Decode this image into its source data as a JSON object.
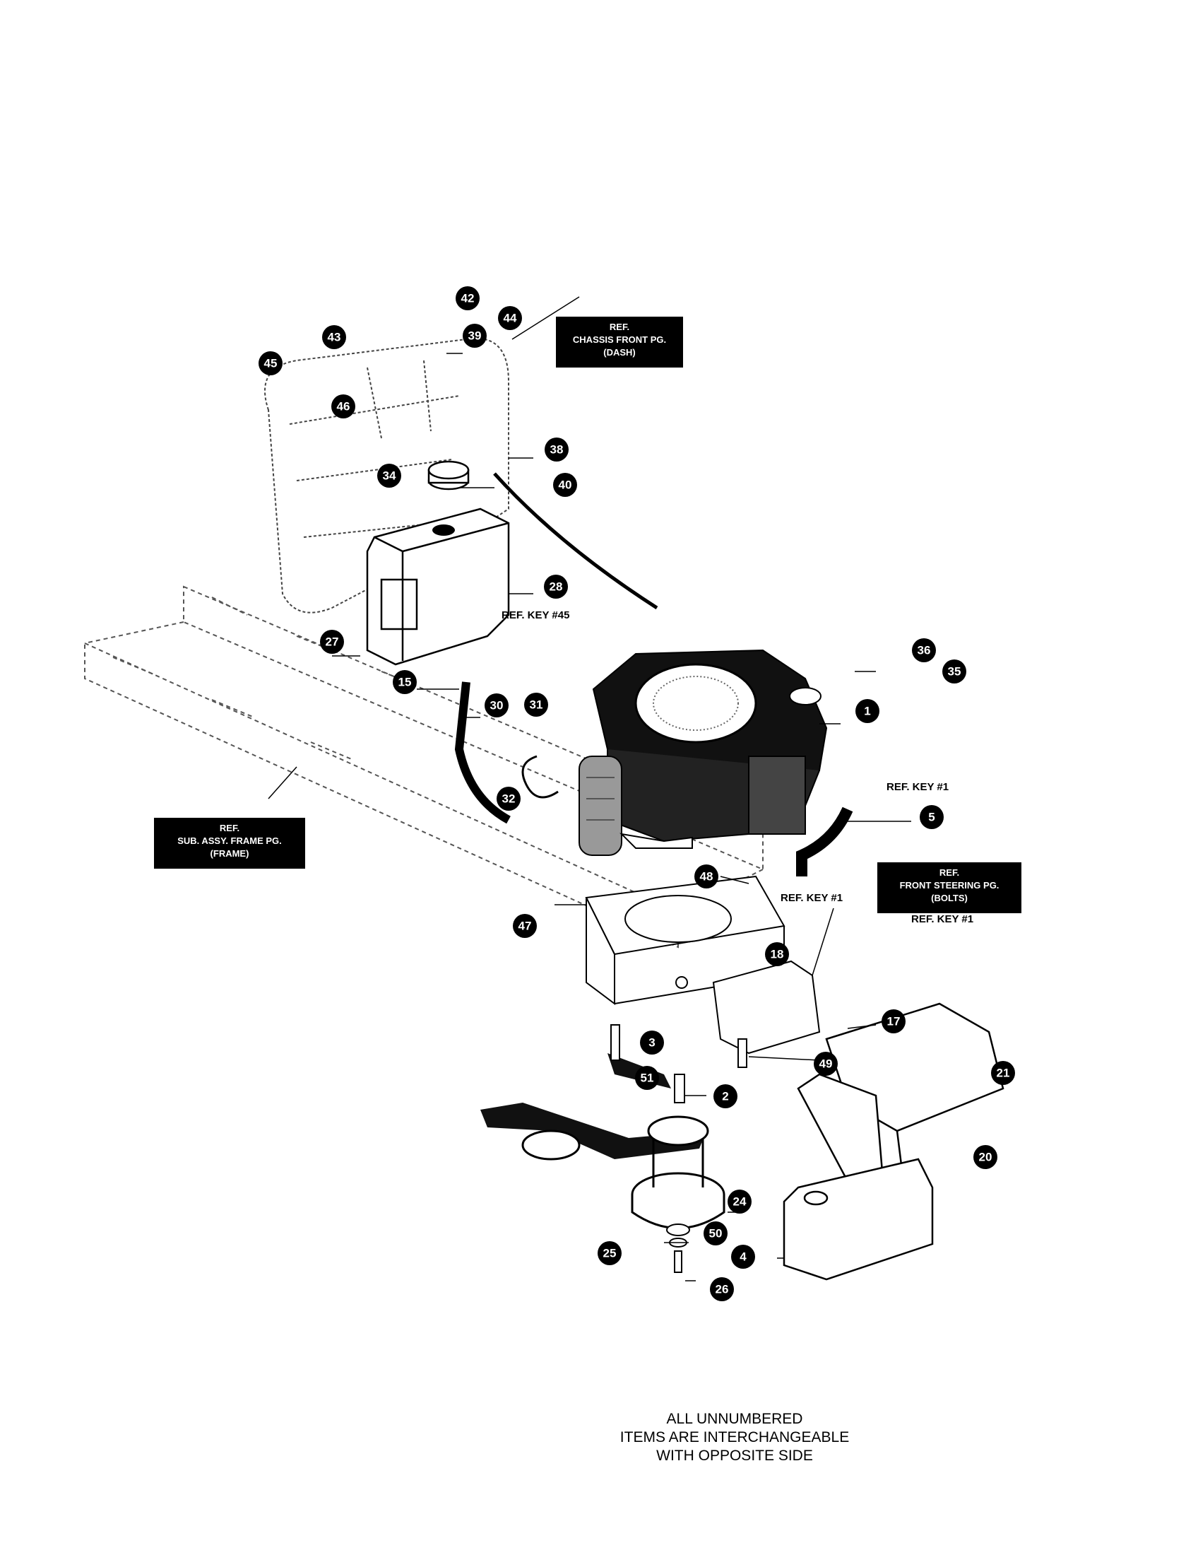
{
  "callouts": [
    "42",
    "44",
    "43",
    "39",
    "45",
    "46",
    "38",
    "40",
    "34",
    "28",
    "27",
    "15",
    "30",
    "31",
    "32",
    "36",
    "35",
    "1",
    "5",
    "48",
    "47",
    "18",
    "17",
    "3",
    "51",
    "2",
    "49",
    "21",
    "20",
    "24",
    "50",
    "25",
    "26",
    "4"
  ],
  "refs": {
    "chassis_front": {
      "line1": "REF.",
      "line2": "CHASSIS FRONT PG.",
      "line3": "(DASH)"
    },
    "sub_assy_frame": {
      "line1": "REF.",
      "line2": "SUB. ASSY. FRAME PG.",
      "line3": "(FRAME)"
    },
    "front_steering": {
      "line1": "REF.",
      "line2": "FRONT STEERING PG.",
      "line3": "(BOLTS)"
    }
  },
  "ref_keys": {
    "key45": "REF. KEY #45",
    "key1_a": "REF. KEY #1",
    "key1_b": "REF. KEY #1",
    "key1_c": "REF. KEY #1"
  },
  "footer": {
    "line1": "ALL UNNUMBERED",
    "line2": "ITEMS ARE INTERCHANGEABLE",
    "line3": "WITH OPPOSITE SIDE"
  }
}
